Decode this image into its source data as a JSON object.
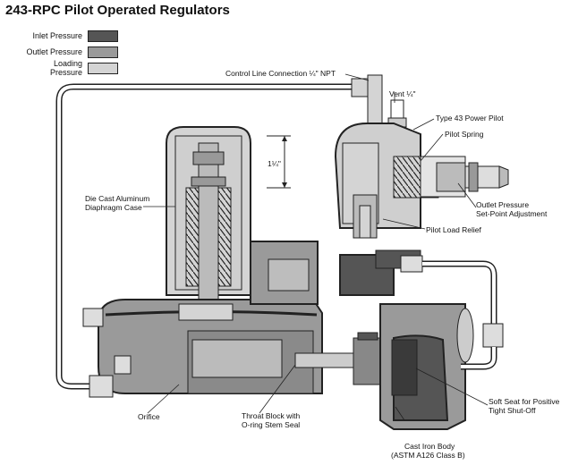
{
  "title": "243-RPC Pilot Operated Regulators",
  "legend": [
    {
      "label": "Inlet Pressure",
      "color": "#555555"
    },
    {
      "label": "Outlet Pressure",
      "color": "#9a9a9a"
    },
    {
      "label": "Loading Pressure",
      "color": "#d4d4d4"
    }
  ],
  "callouts": {
    "control_line": "Control Line Connection ¼\" NPT",
    "vent": "Vent ¼\"",
    "power_pilot": "Type 43 Power Pilot",
    "pilot_spring": "Pilot Spring",
    "dimension": "1¼\"",
    "diaphragm_case_1": "Die Cast Aluminum",
    "diaphragm_case_2": "Diaphragm Case",
    "outlet_adjust_1": "Outlet Pressure",
    "outlet_adjust_2": "Set-Point Adjustment",
    "pilot_load_relief": "Pilot Load Relief",
    "soft_seat_1": "Soft Seat for Positive",
    "soft_seat_2": "Tight Shut-Off",
    "orifice": "Orifice",
    "throat_block_1": "Throat Block with",
    "throat_block_2": "O-ring Stem Seal",
    "body_1": "Cast Iron Body",
    "body_2": "(ASTM A126 Class B)"
  }
}
